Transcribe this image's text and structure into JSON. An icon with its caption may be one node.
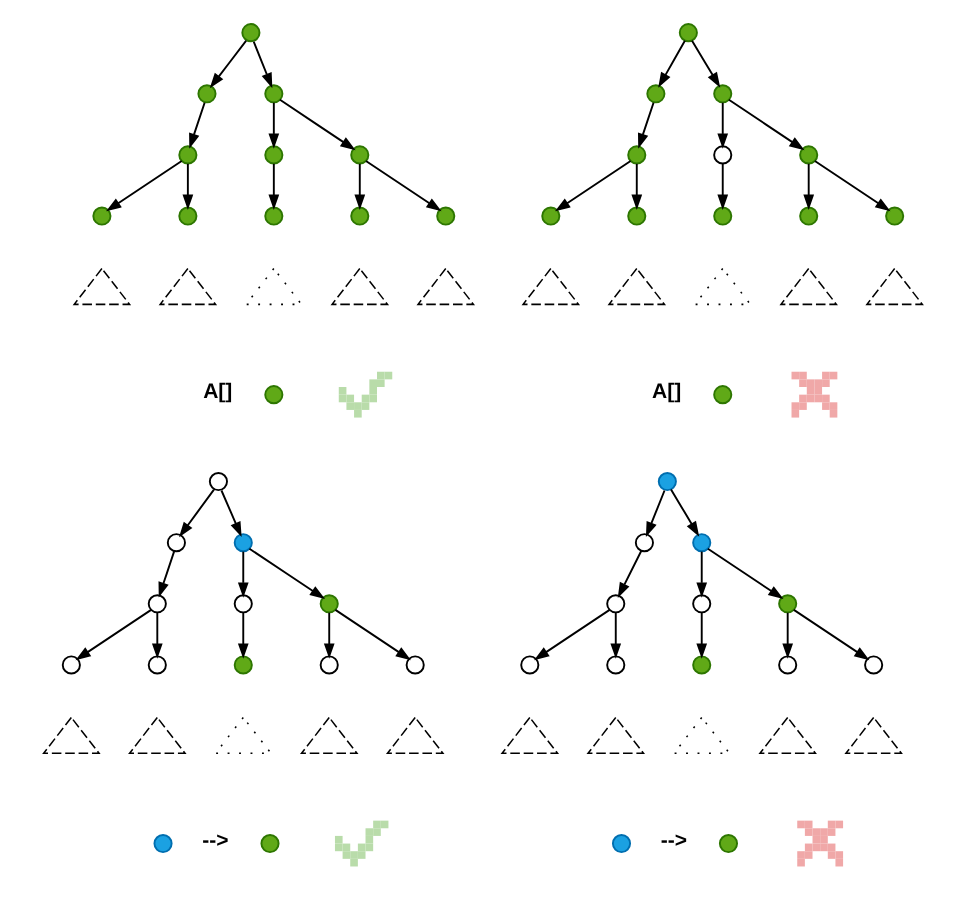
{
  "diagram": {
    "nodes": [
      {
        "text": [],
        "shape": "circle"
      },
      {
        "text": [],
        "shape": "circle"
      },
      {
        "text": [],
        "shape": "circle"
      },
      {
        "text": [],
        "shape": "circle"
      },
      {
        "text": [],
        "shape": "circle"
      },
      {
        "text": [],
        "shape": "circle"
      },
      {
        "text": [],
        "shape": "circle"
      },
      {
        "text": [],
        "shape": "circle"
      },
      {
        "text": [],
        "shape": "circle"
      },
      {
        "text": [],
        "shape": "circle"
      },
      {
        "text": [],
        "shape": "circle"
      },
      {
        "text": [],
        "shape": "triangle"
      },
      {
        "text": [],
        "shape": "triangle"
      },
      {
        "text": [],
        "shape": "triangle"
      },
      {
        "text": [],
        "shape": "triangle"
      },
      {
        "text": [],
        "shape": "triangle"
      },
      {
        "text": [],
        "shape": "circle"
      },
      {
        "text": [],
        "shape": "check"
      },
      {
        "text": [],
        "shape": "circle"
      },
      {
        "text": [],
        "shape": "circle"
      },
      {
        "text": [],
        "shape": "circle"
      },
      {
        "text": [],
        "shape": "circle"
      },
      {
        "text": [],
        "shape": "circle"
      },
      {
        "text": [],
        "shape": "circle"
      },
      {
        "text": [],
        "shape": "circle"
      },
      {
        "text": [],
        "shape": "circle"
      },
      {
        "text": [],
        "shape": "circle"
      },
      {
        "text": [],
        "shape": "circle"
      },
      {
        "text": [],
        "shape": "circle"
      },
      {
        "text": [],
        "shape": "triangle"
      },
      {
        "text": [],
        "shape": "triangle"
      },
      {
        "text": [],
        "shape": "triangle"
      },
      {
        "text": [],
        "shape": "triangle"
      },
      {
        "text": [],
        "shape": "triangle"
      },
      {
        "text": [],
        "shape": "circle"
      },
      {
        "text": [],
        "shape": "cross"
      },
      {
        "text": [],
        "shape": "circle"
      },
      {
        "text": [],
        "shape": "circle"
      },
      {
        "text": [],
        "shape": "circle"
      },
      {
        "text": [],
        "shape": "circle"
      },
      {
        "text": [],
        "shape": "circle"
      },
      {
        "text": [],
        "shape": "circle"
      },
      {
        "text": [],
        "shape": "circle"
      },
      {
        "text": [],
        "shape": "circle"
      },
      {
        "text": [],
        "shape": "circle"
      },
      {
        "text": [],
        "shape": "circle"
      },
      {
        "text": [],
        "shape": "circle"
      },
      {
        "text": [],
        "shape": "triangle"
      },
      {
        "text": [],
        "shape": "triangle"
      },
      {
        "text": [],
        "shape": "triangle"
      },
      {
        "text": [],
        "shape": "triangle"
      },
      {
        "text": [],
        "shape": "triangle"
      },
      {
        "text": [],
        "shape": "circle"
      },
      {
        "text": [],
        "shape": "circle"
      },
      {
        "text": [],
        "shape": "check"
      },
      {
        "text": [],
        "shape": "circle"
      },
      {
        "text": [],
        "shape": "circle"
      },
      {
        "text": [],
        "shape": "circle"
      },
      {
        "text": [],
        "shape": "circle"
      },
      {
        "text": [],
        "shape": "circle"
      },
      {
        "text": [],
        "shape": "circle"
      },
      {
        "text": [],
        "shape": "circle"
      },
      {
        "text": [],
        "shape": "circle"
      },
      {
        "text": [],
        "shape": "circle"
      },
      {
        "text": [],
        "shape": "circle"
      },
      {
        "text": [],
        "shape": "circle"
      },
      {
        "text": [],
        "shape": "triangle"
      },
      {
        "text": [],
        "shape": "triangle"
      },
      {
        "text": [],
        "shape": "triangle"
      },
      {
        "text": [],
        "shape": "triangle"
      },
      {
        "text": [],
        "shape": "triangle"
      },
      {
        "text": [],
        "shape": "circle"
      },
      {
        "text": [],
        "shape": "circle"
      },
      {
        "text": [],
        "shape": "cross"
      }
    ],
    "edges": [
      {
        "from": 0,
        "to": 1,
        "arrow": "to"
      },
      {
        "from": 0,
        "to": 2,
        "arrow": "to"
      },
      {
        "from": 1,
        "to": 3,
        "arrow": "to"
      },
      {
        "from": 2,
        "to": 4,
        "arrow": "to"
      },
      {
        "from": 2,
        "to": 5,
        "arrow": "to"
      },
      {
        "from": 3,
        "to": 6,
        "arrow": "to"
      },
      {
        "from": 3,
        "to": 7,
        "arrow": "to"
      },
      {
        "from": 4,
        "to": 8,
        "arrow": "to"
      },
      {
        "from": 5,
        "to": 9,
        "arrow": "to"
      },
      {
        "from": 5,
        "to": 10,
        "arrow": "to"
      },
      {
        "from": 18,
        "to": 19,
        "arrow": "to"
      },
      {
        "from": 18,
        "to": 20,
        "arrow": "to"
      },
      {
        "from": 19,
        "to": 21,
        "arrow": "to"
      },
      {
        "from": 20,
        "to": 22,
        "arrow": "to"
      },
      {
        "from": 20,
        "to": 23,
        "arrow": "to"
      },
      {
        "from": 21,
        "to": 24,
        "arrow": "to"
      },
      {
        "from": 21,
        "to": 25,
        "arrow": "to"
      },
      {
        "from": 22,
        "to": 26,
        "arrow": "to"
      },
      {
        "from": 23,
        "to": 27,
        "arrow": "to"
      },
      {
        "from": 23,
        "to": 28,
        "arrow": "to"
      },
      {
        "from": 36,
        "to": 37,
        "arrow": "to"
      },
      {
        "from": 36,
        "to": 38,
        "arrow": "to"
      },
      {
        "from": 37,
        "to": 39,
        "arrow": "to"
      },
      {
        "from": 38,
        "to": 40,
        "arrow": "to"
      },
      {
        "from": 38,
        "to": 41,
        "arrow": "to"
      },
      {
        "from": 39,
        "to": 42,
        "arrow": "to"
      },
      {
        "from": 39,
        "to": 43,
        "arrow": "to"
      },
      {
        "from": 40,
        "to": 44,
        "arrow": "to"
      },
      {
        "from": 41,
        "to": 45,
        "arrow": "to"
      },
      {
        "from": 41,
        "to": 46,
        "arrow": "to"
      },
      {
        "from": 55,
        "to": 56,
        "arrow": "to"
      },
      {
        "from": 55,
        "to": 57,
        "arrow": "to"
      },
      {
        "from": 56,
        "to": 58,
        "arrow": "to"
      },
      {
        "from": 57,
        "to": 59,
        "arrow": "to"
      },
      {
        "from": 57,
        "to": 60,
        "arrow": "to"
      },
      {
        "from": 58,
        "to": 61,
        "arrow": "to"
      },
      {
        "from": 58,
        "to": 62,
        "arrow": "to"
      },
      {
        "from": 59,
        "to": 63,
        "arrow": "to"
      },
      {
        "from": 60,
        "to": 64,
        "arrow": "to"
      },
      {
        "from": 60,
        "to": 65,
        "arrow": "to"
      }
    ],
    "labels": [
      "A[]",
      "A[]",
      "-->",
      "-->"
    ]
  }
}
